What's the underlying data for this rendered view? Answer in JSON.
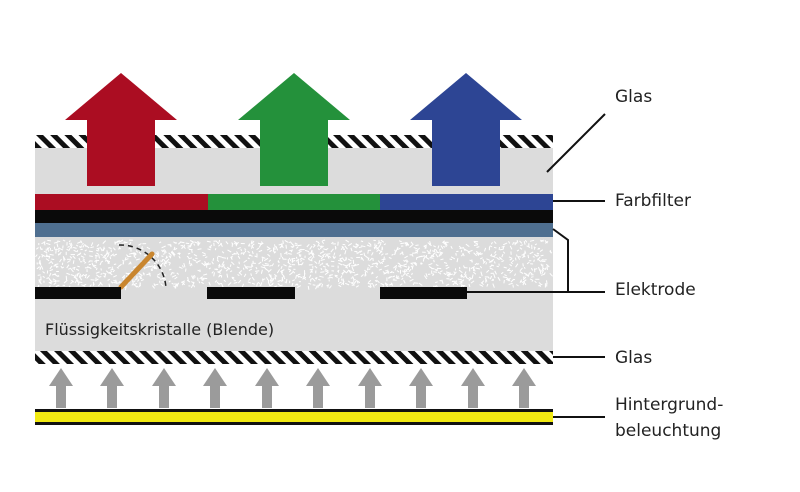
{
  "labels": {
    "glas_top": "Glas",
    "farbfilter": "Farbfilter",
    "elektrode": "Elektrode",
    "glas_bottom": "Glas",
    "hintergrund_line1": "Hintergrund-",
    "hintergrund_line2": "beleuchtung",
    "liquid_crystal": "Flüssigkeitskristalle (Blende)"
  },
  "colors": {
    "red": "#ab0d22",
    "green": "#24913b",
    "blue": "#2d4594",
    "electrode_strip": "#4f6f90",
    "glass": "#dcdcdc",
    "backlight": "#f2ea12",
    "gray_arrow": "#9b9b9b",
    "crystal_rod": "#c9862f"
  },
  "icons": {
    "color_arrows": "up-arrow-icon",
    "light_arrows": "up-arrow-icon"
  }
}
